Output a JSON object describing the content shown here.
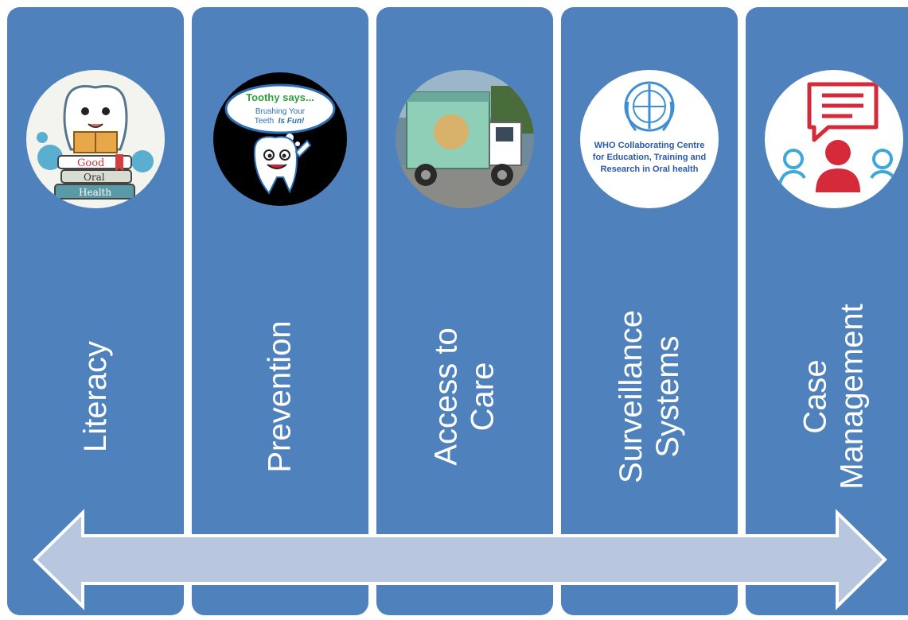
{
  "columns": [
    {
      "id": "literacy",
      "lines": [
        "Literacy"
      ],
      "icon": "tooth-reading-book-icon",
      "image_text": [
        "Good",
        "Oral",
        "Health"
      ]
    },
    {
      "id": "prevention",
      "lines": [
        "Prevention"
      ],
      "icon": "toothy-mascot-icon",
      "image_text": [
        "Toothy says...",
        "Brushing Your",
        "Teeth",
        "Is Fun!"
      ]
    },
    {
      "id": "access",
      "lines": [
        "Access to",
        "Care"
      ],
      "icon": "mobile-dental-truck-photo",
      "image_text": []
    },
    {
      "id": "surveillance",
      "lines": [
        "Surveillance",
        "Systems"
      ],
      "icon": "who-logo-icon",
      "image_text": [
        "WHO Collaborating Centre",
        "for Education, Training and",
        "Research in Oral health"
      ]
    },
    {
      "id": "case",
      "lines": [
        "Case",
        "Management"
      ],
      "icon": "people-speech-bubble-icon",
      "image_text": []
    }
  ],
  "colors": {
    "column_fill": "#4f81bd",
    "arrow_fill": "#b9c6df",
    "arrow_stroke": "#ffffff",
    "label_text": "#ffffff"
  }
}
